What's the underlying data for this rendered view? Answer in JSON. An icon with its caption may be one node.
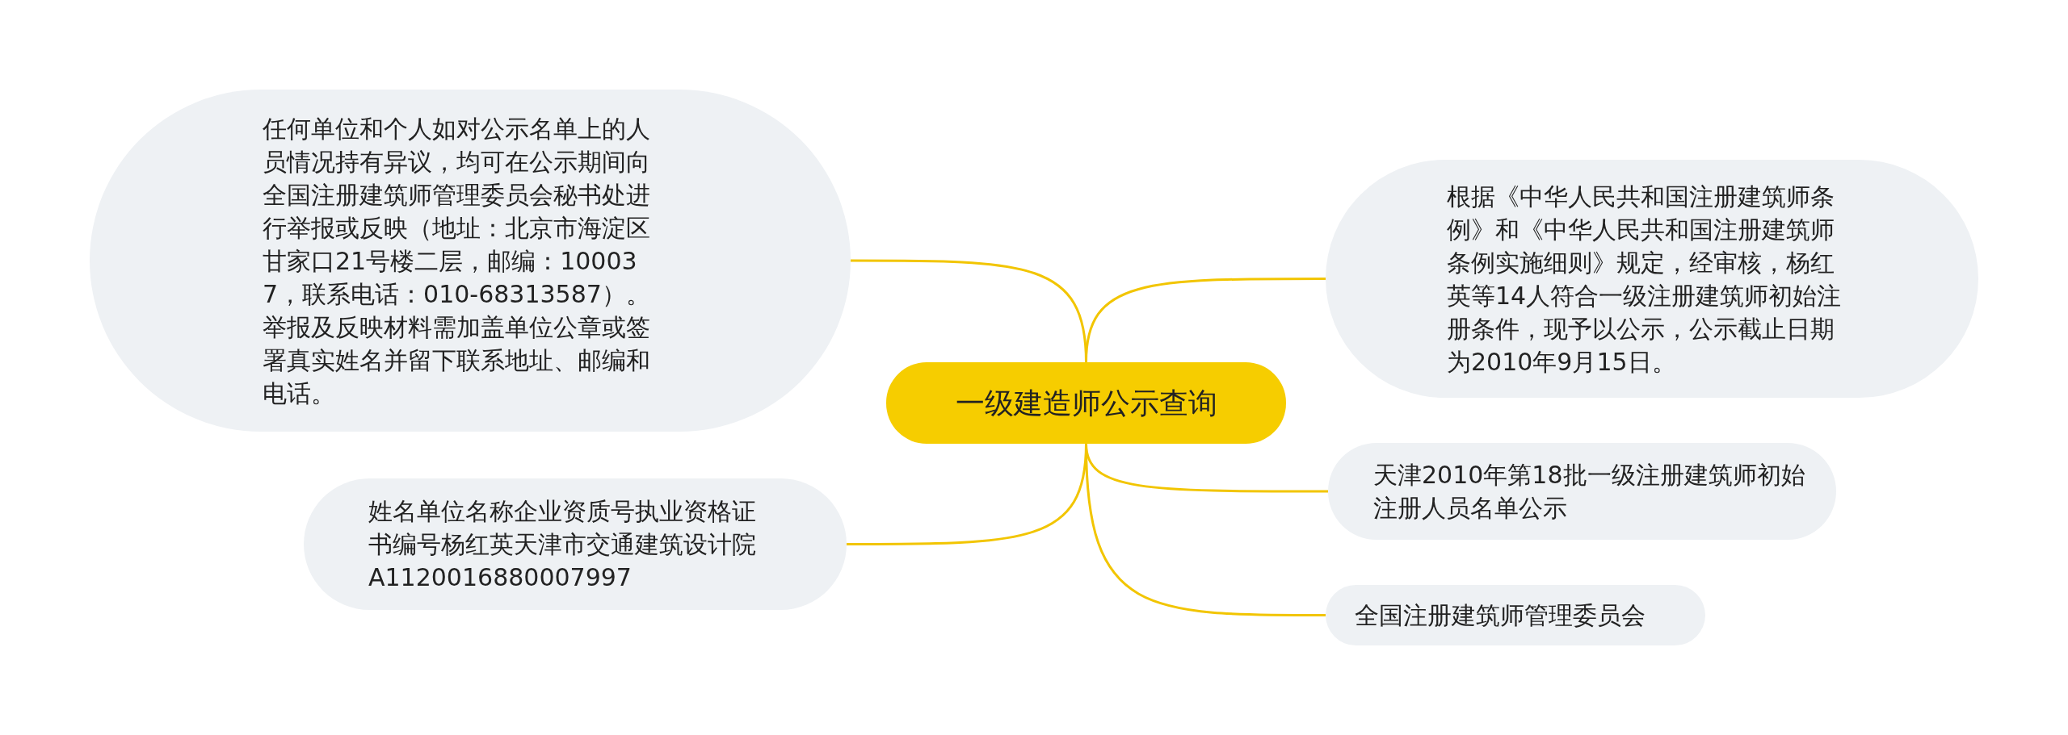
{
  "diagram": {
    "nodes": [
      {
        "text": [
          "一级建造师公示查询"
        ]
      },
      {
        "text": [
          "根据《中华人民共和国注册建筑师条例》和《中华人民共和国注册建筑师条例实施细则》规定，经审核，杨红英等14人符合一级注册建筑师初始注册条件，现予以公示，公示截止日期为2010年9月15日。"
        ]
      },
      {
        "text": [
          "天津2010年第18批一级注册建筑师初始注册人员名单公示"
        ]
      },
      {
        "text": [
          "全国注册建筑师管理委员会"
        ]
      },
      {
        "text": [
          "任何单位和个人如对公示名单上的人员情况持有异议，均可在公示期间向全国注册建筑师管理委员会秘书处进行举报或反映（地址：北京市海淀区甘家口21号楼二层，邮编：100037，联系电话：010-68313587）。举报及反映材料需加盖单位公章或签署真实姓名并留下联系地址、邮编和电话。"
        ]
      },
      {
        "text": [
          "姓名单位名称企业资质号执业资格证书编号杨红英天津市交通建筑设计院A1120016880007997"
        ]
      }
    ],
    "edges": [
      {
        "from": 0,
        "to": 1,
        "arrow": "none"
      },
      {
        "from": 0,
        "to": 2,
        "arrow": "none"
      },
      {
        "from": 0,
        "to": 3,
        "arrow": "none"
      },
      {
        "from": 0,
        "to": 4,
        "arrow": "none"
      },
      {
        "from": 0,
        "to": 5,
        "arrow": "none"
      }
    ]
  }
}
